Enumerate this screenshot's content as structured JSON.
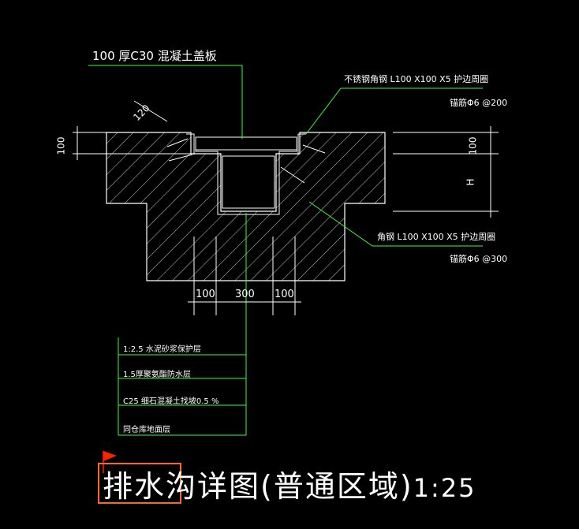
{
  "drawing": {
    "cover_note": "100   厚C30   混凝土盖板",
    "angle_top_right": "不锈钢角钢 L100 X100 X5 护边周圈",
    "anchor_top": "锚筋Φ6 @200",
    "angle_right": "角钢 L100 X100 X5 护边周圈",
    "anchor_right": "锚筋Φ6 @300",
    "dim_left_100": "100",
    "dim_120": "120",
    "dim_right_100": "100",
    "dim_h": "H",
    "dim_bottom": [
      "100",
      "300",
      "100"
    ],
    "layers": [
      "1:2.5 水泥砂浆保护层",
      "1.5厚聚氨酯防水层",
      "C25 细石混凝土找坡0.5 %",
      "同仓库地面层"
    ],
    "title_highlight": "排水沟",
    "title_rest": "详图(普通区域)",
    "scale": "1:25"
  },
  "colors": {
    "background": "#000000",
    "concrete": "#ffffff",
    "leader": "#33ff33",
    "text_note": "#ffff55",
    "highlight_box": "#ff6622",
    "flag": "#ff2200"
  }
}
